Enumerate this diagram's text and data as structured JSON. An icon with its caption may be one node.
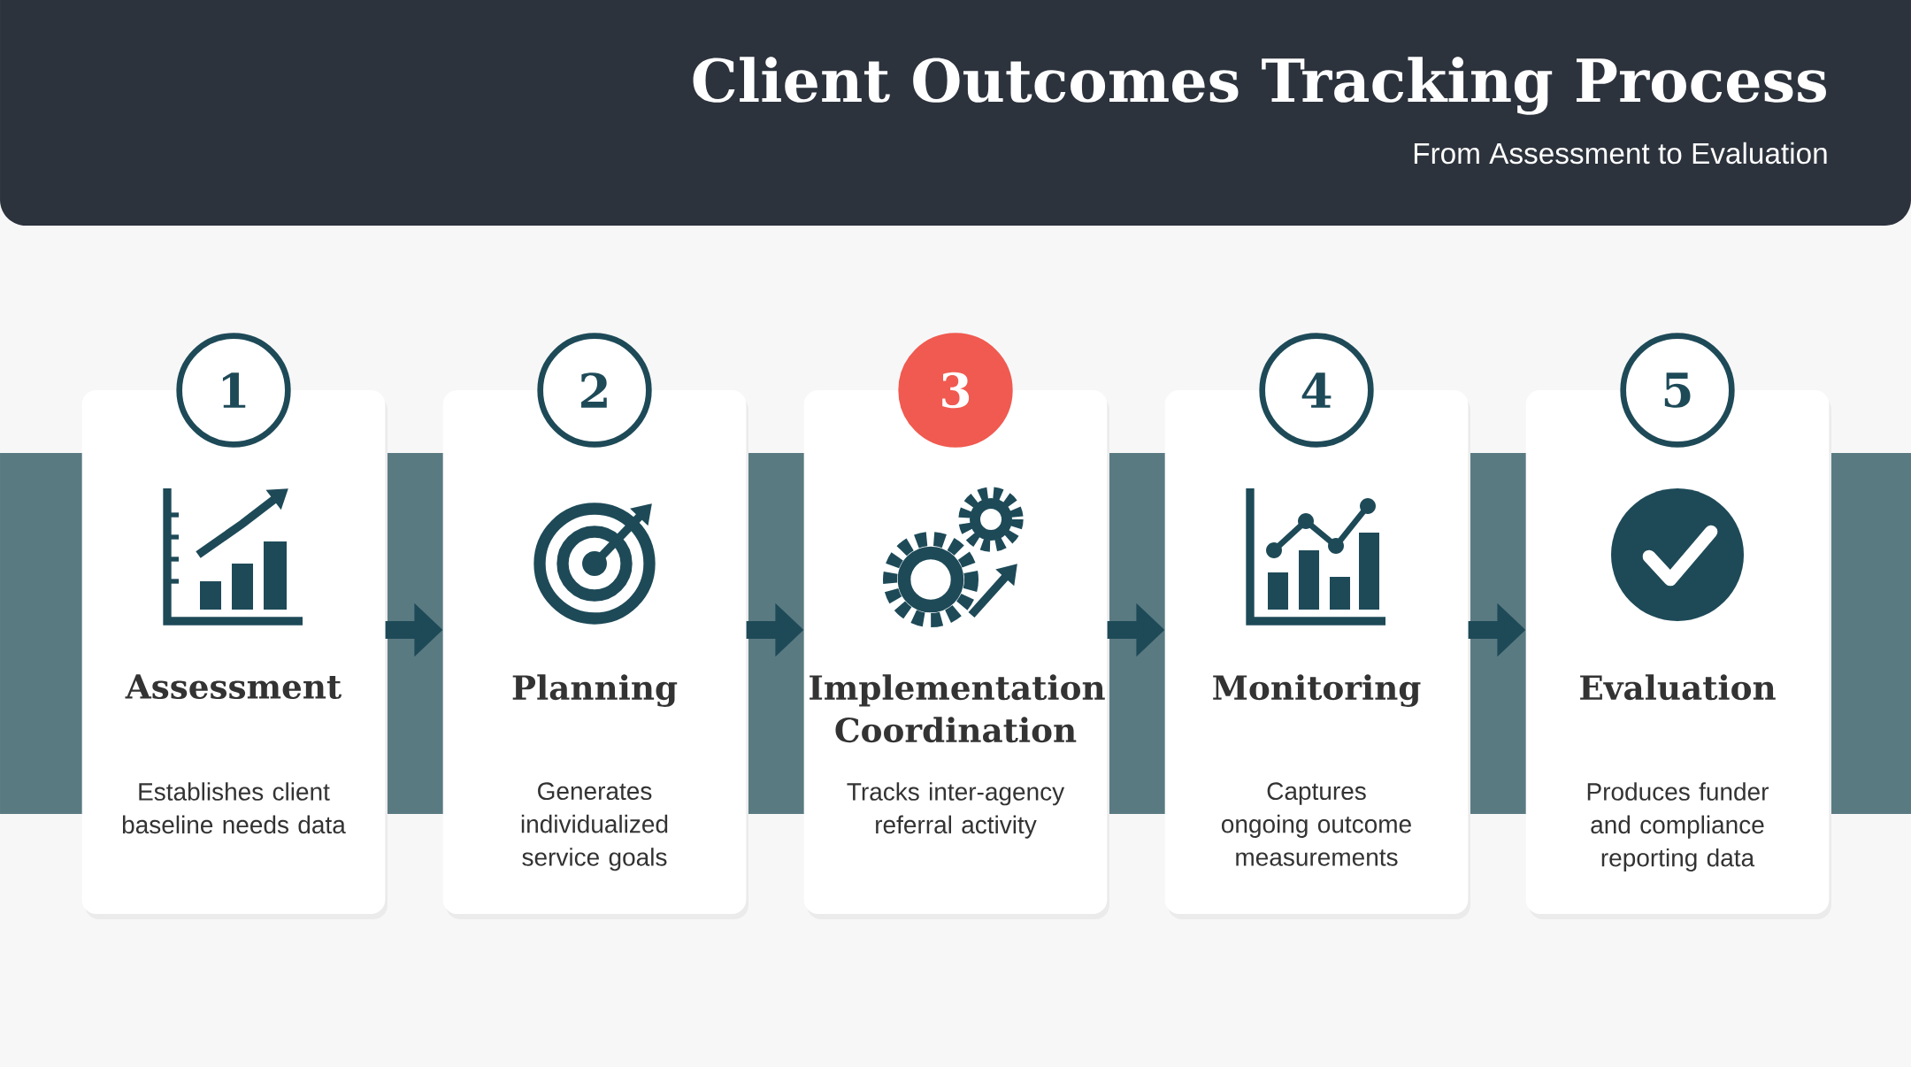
{
  "diagram": {
    "title": "Client Outcomes Tracking Process",
    "nodes": [
      {
        "text": [
          "1",
          "Assessment",
          "Establishes client baseline needs data"
        ]
      },
      {
        "text": [
          "2",
          "Planning",
          "Generates individualized service goals"
        ]
      },
      {
        "text": [
          "3",
          "Implementation Coordination",
          "Tracks inter-agency referral activity"
        ]
      },
      {
        "text": [
          "4",
          "Monitoring",
          "Captures ongoing outcome measurements"
        ]
      },
      {
        "text": [
          "5",
          "Evaluation",
          "Produces funder and compliance reporting data"
        ]
      }
    ],
    "edges": [
      {
        "from": 0,
        "to": 1,
        "arrow": "to"
      },
      {
        "from": 1,
        "to": 2,
        "arrow": "to"
      },
      {
        "from": 2,
        "to": 3,
        "arrow": "to"
      },
      {
        "from": 3,
        "to": 4,
        "arrow": "to"
      }
    ],
    "labels": [
      "From Assessment to Evaluation"
    ]
  }
}
